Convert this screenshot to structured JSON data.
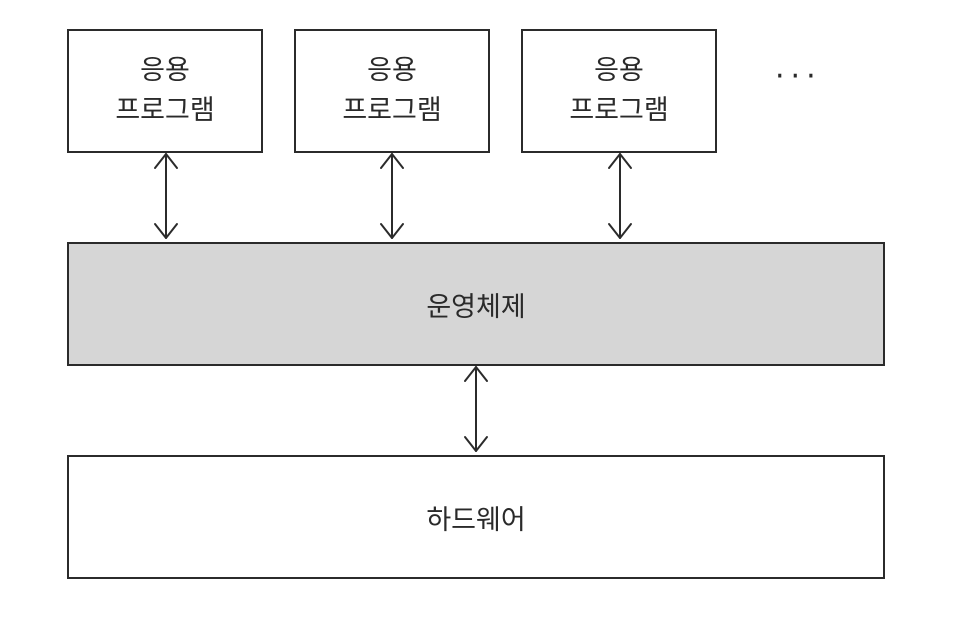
{
  "applications": [
    {
      "line1": "응용",
      "line2": "프로그램"
    },
    {
      "line1": "응용",
      "line2": "프로그램"
    },
    {
      "line1": "응용",
      "line2": "프로그램"
    }
  ],
  "ellipsis": "···",
  "os": {
    "label": "운영체제"
  },
  "hardware": {
    "label": "하드웨어"
  },
  "colors": {
    "stroke": "#2b2b2b",
    "os_fill": "#d6d6d6",
    "box_fill": "#ffffff"
  }
}
